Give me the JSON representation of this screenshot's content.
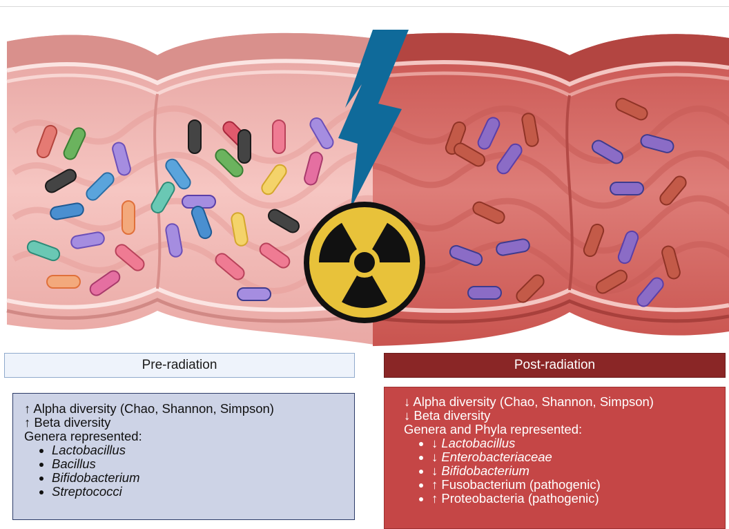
{
  "pre": {
    "header": "Pre-radiation",
    "lines": [
      "↑ Alpha diversity (Chao, Shannon, Simpson)",
      "↑ Beta diversity",
      "Genera represented:"
    ],
    "items": [
      {
        "arrow": "",
        "text": "Lactobacillus",
        "italic": true
      },
      {
        "arrow": "",
        "text": "Bacillus",
        "italic": true
      },
      {
        "arrow": "",
        "text": "Bifidobacterium",
        "italic": true
      },
      {
        "arrow": "",
        "text": "Streptococci",
        "italic": true
      }
    ]
  },
  "post": {
    "header": "Post-radiation",
    "lines": [
      "↓ Alpha diversity (Chao, Shannon, Simpson)",
      "↓ Beta diversity",
      "Genera and Phyla represented:"
    ],
    "items": [
      {
        "arrow": "↓ ",
        "text": "Lactobacillus",
        "italic": true
      },
      {
        "arrow": "↓ ",
        "text": "Enterobacteriaceae",
        "italic": true
      },
      {
        "arrow": "↓ ",
        "text": "Bifidobacterium",
        "italic": true
      },
      {
        "arrow": "↑ ",
        "text": "Fusobacterium (pathogenic)",
        "italic": false
      },
      {
        "arrow": "↑ ",
        "text": "Proteobacteria (pathogenic)",
        "italic": false
      }
    ]
  },
  "colors": {
    "healthy_tissue": "#f0b5b2",
    "irradiated_tissue": "#d66a66",
    "lightning": "#0f6a9a",
    "radiation_yellow": "#e8c23a",
    "pre_panel": "#cdd3e6",
    "post_panel": "#c54646",
    "post_header": "#8a2626"
  },
  "icons": [
    "lightning-bolt-icon",
    "radiation-symbol-icon",
    "bacteria-icon"
  ]
}
